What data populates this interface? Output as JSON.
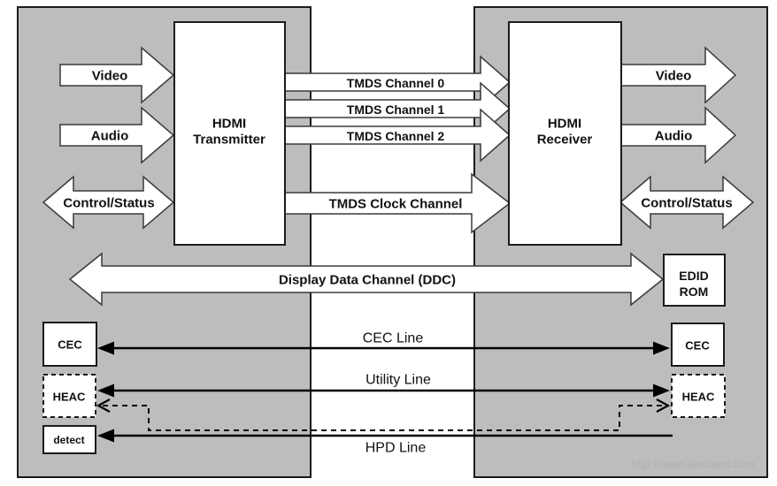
{
  "left_panel": {
    "transmitter": {
      "line1": "HDMI",
      "line2": "Transmitter"
    },
    "inputs": {
      "video": "Video",
      "audio": "Audio",
      "control_status": "Control/Status"
    },
    "cec_box": "CEC",
    "heac_box": "HEAC",
    "detect_box": "detect"
  },
  "right_panel": {
    "receiver": {
      "line1": "HDMI",
      "line2": "Receiver"
    },
    "outputs": {
      "video": "Video",
      "audio": "Audio",
      "control_status": "Control/Status"
    },
    "edid_rom": {
      "line1": "EDID",
      "line2": "ROM"
    },
    "cec_box": "CEC",
    "heac_box": "HEAC"
  },
  "channels": {
    "tmds0": "TMDS Channel 0",
    "tmds1": "TMDS Channel 1",
    "tmds2": "TMDS Channel 2",
    "tmds_clock": "TMDS Clock Channel",
    "ddc": "Display Data Channel (DDC)",
    "cec_line": "CEC Line",
    "utility_line": "Utility Line",
    "hpd_line": "HPD Line"
  },
  "watermark": "http://www.elecfans.com",
  "colors": {
    "panel_gray": "#bdbdbd",
    "box_fill": "#ffffff",
    "line_black": "#000000",
    "arrow_outline": "#3a3a3a"
  }
}
